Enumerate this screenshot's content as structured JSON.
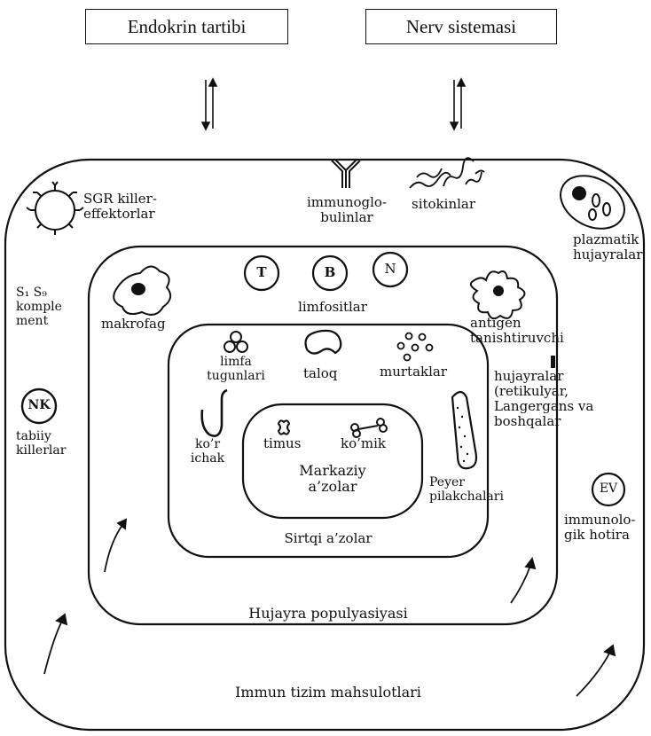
{
  "top_boxes": {
    "endocrine": "Endokrin tartibi",
    "nerve": "Nerv sistemasi"
  },
  "outer_ring": {
    "sgr": "SGR killer-\neffektorlar",
    "immunoglobulins": "immunoglo-\nbulinlar",
    "cytokines": "sitokinlar",
    "plasma_cells": "plazmatik\nhujayralar",
    "complement": "S₁ S₉\nkomple\nment",
    "nk_symbol": "NK",
    "natural_killers": "tabiiy\nkillerlar",
    "ev_symbol": "EV",
    "immune_memory": "immunolo-\ngik hotira",
    "footer": "Immun tizim mahsulotlari"
  },
  "middle_ring": {
    "macrophage": "makrofag",
    "t_symbol": "T",
    "b_symbol": "B",
    "n_symbol": "N",
    "lymphocytes": "limfositlar",
    "antigen_presenting": "antigen\ntanishtiruvchi",
    "apc_cells": "hujayralar\n(retikulyar,\nLangergans va\nboshqalar",
    "footer": "Hujayra populyasiyasi"
  },
  "inner_ring": {
    "lymph_nodes": "limfa\ntugunlari",
    "spleen": "taloq",
    "follicles": "murtaklar",
    "appendix": "ko’r\nichak",
    "peyer": "Peyer\npilakchalari",
    "footer": "Sirtqi a’zolar"
  },
  "core": {
    "thymus": "timus",
    "bone_marrow": "ko’mik",
    "title": "Markaziy\na’zolar"
  }
}
